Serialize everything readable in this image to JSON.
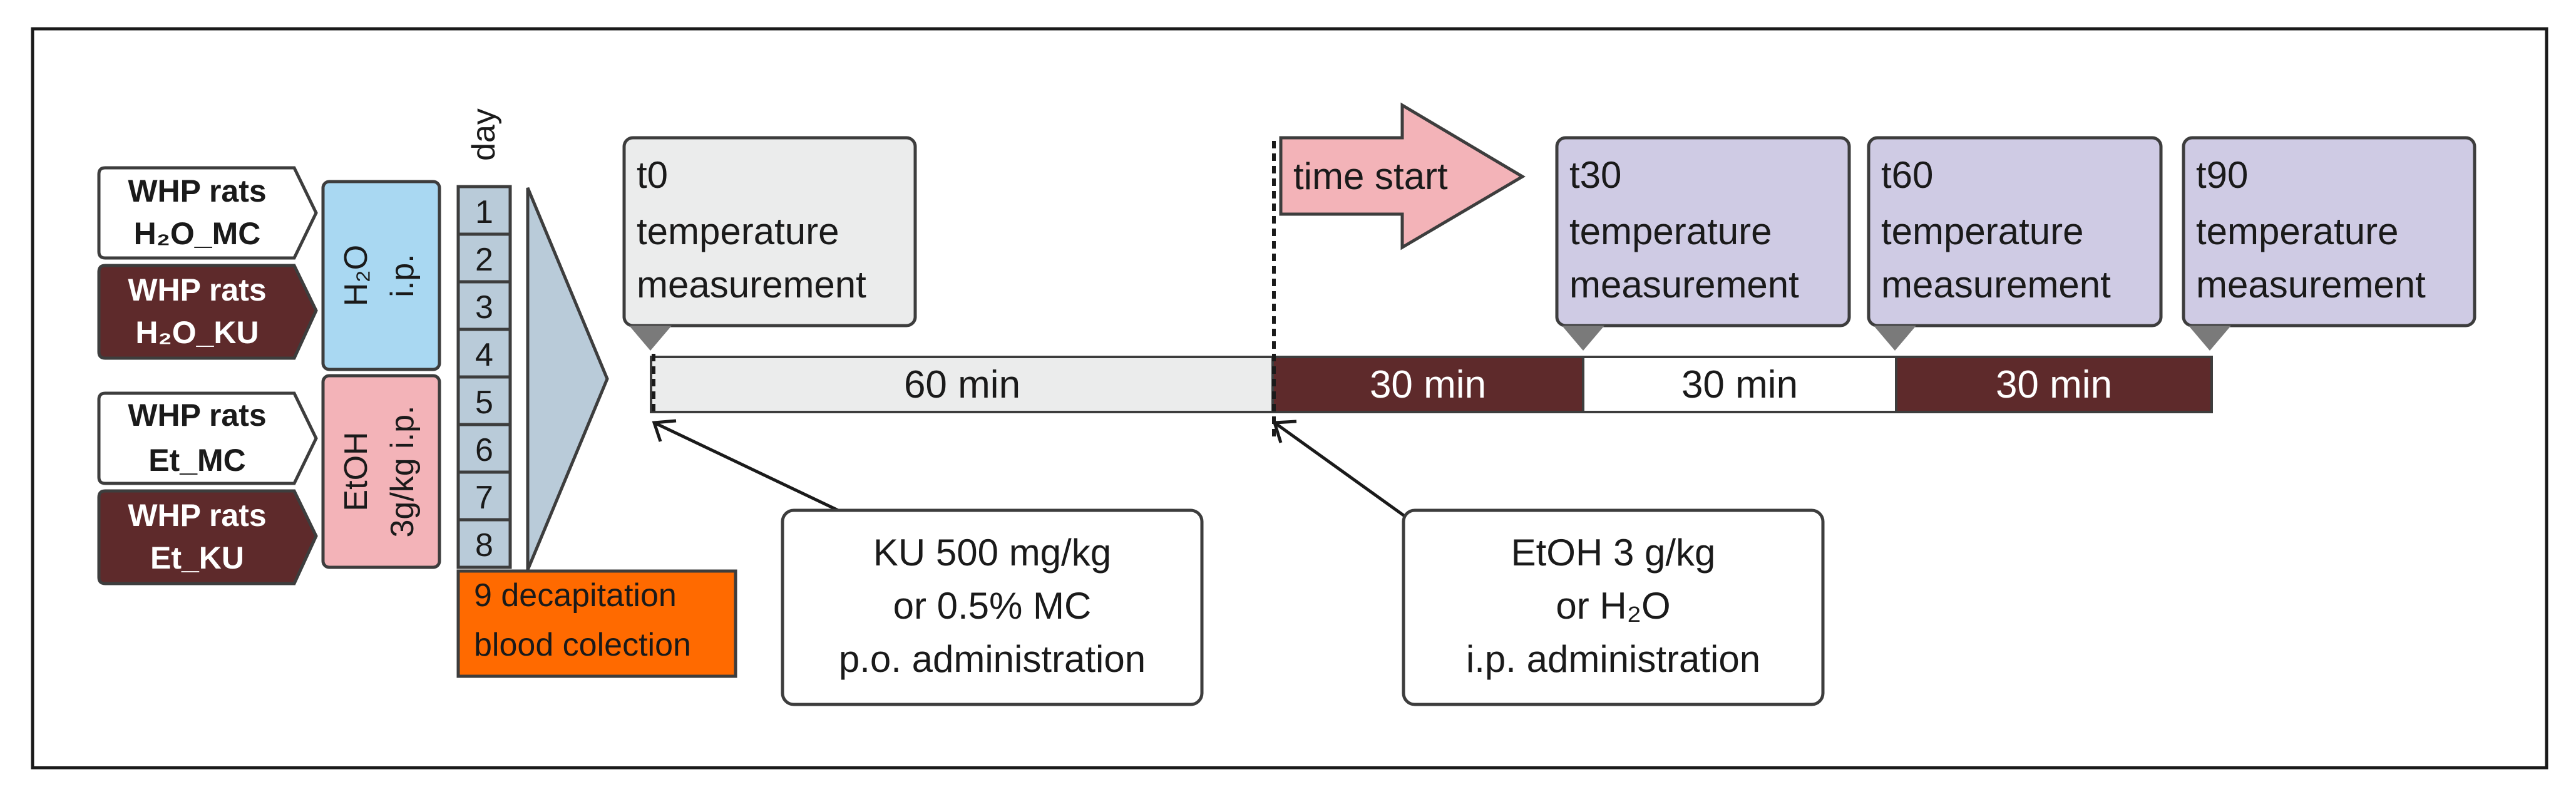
{
  "groups": [
    {
      "line1": "WHP rats",
      "line2": "H₂O_MC",
      "fill": "#ffffff",
      "text_color": "#1a1a1a"
    },
    {
      "line1": "WHP rats",
      "line2": "H₂O_KU",
      "fill": "#5e2a2b",
      "text_color": "#ffffff"
    },
    {
      "line1": "WHP rats",
      "line2": "Et_MC",
      "fill": "#ffffff",
      "text_color": "#1a1a1a"
    },
    {
      "line1": "WHP rats",
      "line2": "Et_KU",
      "fill": "#5e2a2b",
      "text_color": "#ffffff"
    }
  ],
  "treatments": {
    "water": {
      "line1": "H₂O",
      "line2": "i.p.",
      "fill": "#a9d8f2"
    },
    "ethanol": {
      "line1": "EtOH",
      "line2": "3g/kg i.p.",
      "fill": "#f3b3b8"
    }
  },
  "day_label": "day",
  "days": [
    "1",
    "2",
    "3",
    "4",
    "5",
    "6",
    "7",
    "8"
  ],
  "final_day": {
    "line1": "9 decapitation",
    "line2": "blood colection",
    "fill": "#ff6a00"
  },
  "measurements": [
    {
      "time": "t0",
      "line1": "temperature",
      "line2": "measurement",
      "fill": "#ebecec"
    },
    {
      "time": "t30",
      "line1": "temperature",
      "line2": "measurement",
      "fill": "#cfcbe4"
    },
    {
      "time": "t60",
      "line1": "temperature",
      "line2": "measurement",
      "fill": "#cfcbe4"
    },
    {
      "time": "t90",
      "line1": "temperature",
      "line2": "measurement",
      "fill": "#cfcbe4"
    }
  ],
  "time_start": "time start",
  "timeline_segments": [
    {
      "label": "60 min",
      "fill": "#ebecec",
      "text_color": "#1a1a1a"
    },
    {
      "label": "30 min",
      "fill": "#5e2a2b",
      "text_color": "#ffffff"
    },
    {
      "label": "30 min",
      "fill": "#ffffff",
      "text_color": "#1a1a1a"
    },
    {
      "label": "30 min",
      "fill": "#5e2a2b",
      "text_color": "#ffffff"
    }
  ],
  "administrations": [
    {
      "line1": "KU 500 mg/kg",
      "line2": "or 0.5% MC",
      "line3": "p.o. administration"
    },
    {
      "line1": "EtOH 3 g/kg",
      "line2": "or H₂O",
      "line3": "i.p. administration"
    }
  ],
  "colors": {
    "maroon": "#5e2a2b",
    "light_blue": "#a9d8f2",
    "pink": "#f3b3b8",
    "lavender": "#cfcbe4",
    "light_gray": "#ebecec",
    "orange": "#ff6a00",
    "steel_blue": "#b9cbd9",
    "outline": "#3d3d3d"
  }
}
